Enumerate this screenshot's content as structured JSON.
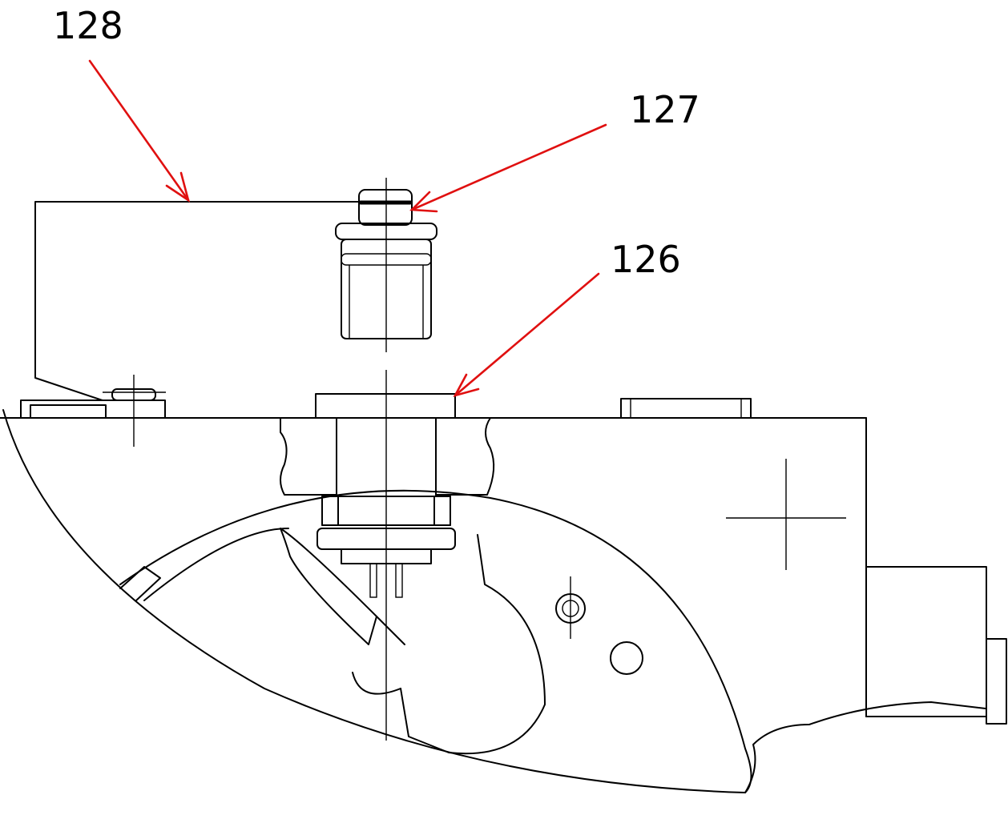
{
  "callouts": [
    {
      "id": "128",
      "label": "128"
    },
    {
      "id": "127",
      "label": "127"
    },
    {
      "id": "126",
      "label": "126"
    }
  ],
  "colors": {
    "line": "#000000",
    "leader": "#e01010",
    "background": "#ffffff"
  }
}
